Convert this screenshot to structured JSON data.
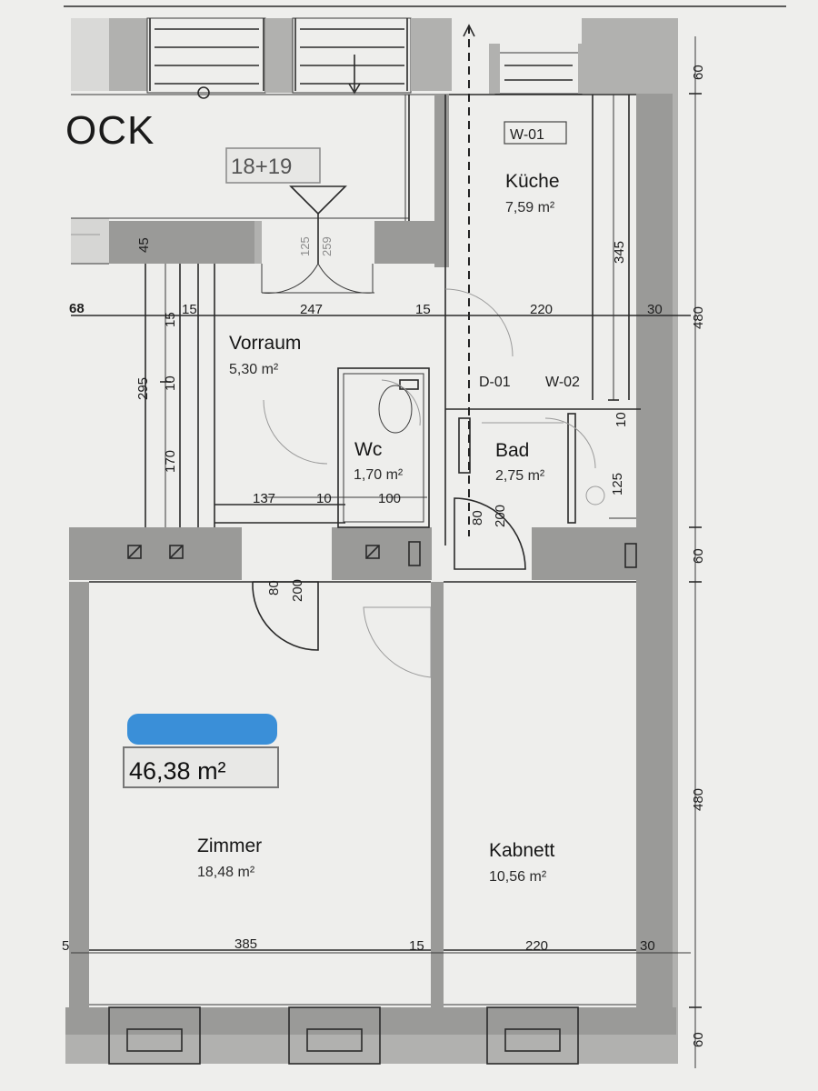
{
  "plan": {
    "section_label": "OCK",
    "unit_tag": "18+19",
    "total_area": "46,38 m²",
    "rooms": {
      "kueche": {
        "code": "W-01",
        "name": "Küche",
        "area": "7,59 m²"
      },
      "vorraum": {
        "name": "Vorraum",
        "area": "5,30 m²"
      },
      "wc": {
        "name": "Wc",
        "area": "1,70 m²"
      },
      "bad": {
        "name": "Bad",
        "area": "2,75 m²"
      },
      "zimmer": {
        "name": "Zimmer",
        "area": "18,48 m²"
      },
      "kabinett": {
        "name": "Kabnett",
        "area": "10,56 m²"
      }
    },
    "codes": {
      "d01": "D-01",
      "w02": "W-02"
    },
    "dimensions": {
      "level": "68",
      "top_15a": "15",
      "top_247": "247",
      "top_15b": "15",
      "top_220": "220",
      "top_30": "30",
      "upper_left_15": "15",
      "bottom_5": "5",
      "bottom_385": "385",
      "bottom_15": "15",
      "bottom_220": "220",
      "bottom_30": "30",
      "h_137": "137",
      "h_10": "10",
      "h_100": "100",
      "v_295": "295",
      "v_170": "170",
      "v_10": "10",
      "v_45": "45",
      "v_125_door": "125",
      "v_259": "259",
      "v_345": "345",
      "v_10_right": "10",
      "v_125": "125",
      "v_80a": "80",
      "v_200a": "200",
      "v_80b": "80",
      "v_200b": "200",
      "right_60a": "60",
      "right_480a": "480",
      "right_60b": "60",
      "right_480b": "480",
      "right_60c": "60"
    }
  }
}
